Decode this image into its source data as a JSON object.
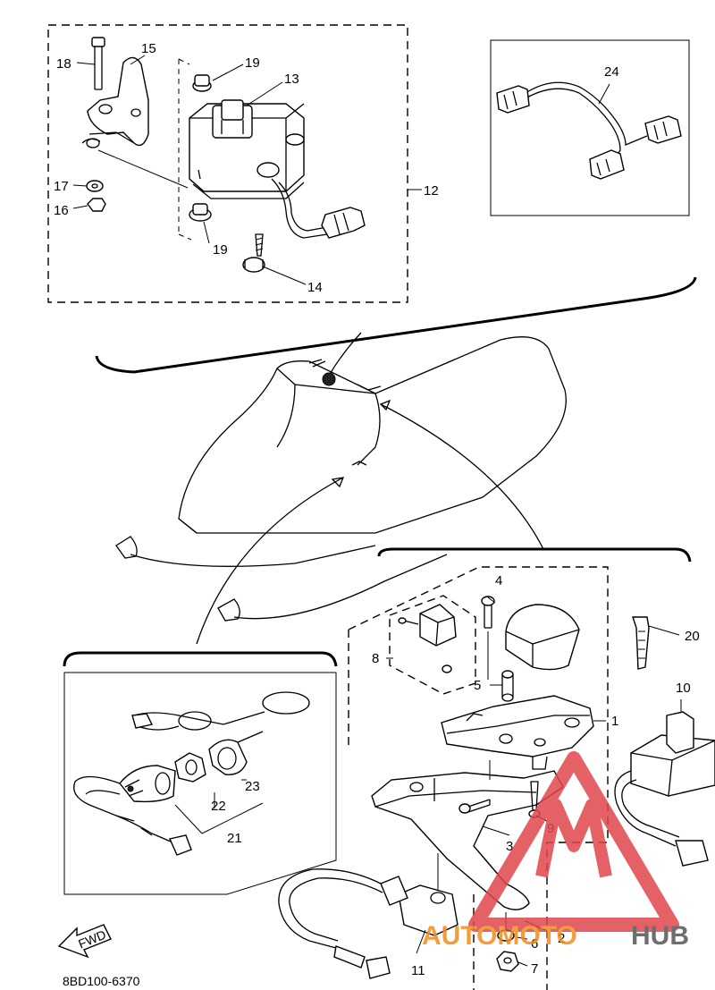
{
  "labels": {
    "p1": "1",
    "p2": "2",
    "p3": "3",
    "p4": "4",
    "p5": "5",
    "p6": "6",
    "p7": "7",
    "p8": "8",
    "p9": "9",
    "p10": "10",
    "p11": "11",
    "p12": "12",
    "p13": "13",
    "p14": "14",
    "p15": "15",
    "p16": "16",
    "p17": "17",
    "p18": "18",
    "p19a": "19",
    "p19b": "19",
    "p20": "20",
    "p21": "21",
    "p22": "22",
    "p23": "23",
    "p24": "24"
  },
  "fwd_label": "FWD",
  "diagram_code": "8BD100-6370",
  "watermark": {
    "part1": "AUTOMOTO",
    "part2": "HUB",
    "color1": "#f08c1e",
    "color2": "#555555",
    "logo_color": "#e0474c"
  }
}
